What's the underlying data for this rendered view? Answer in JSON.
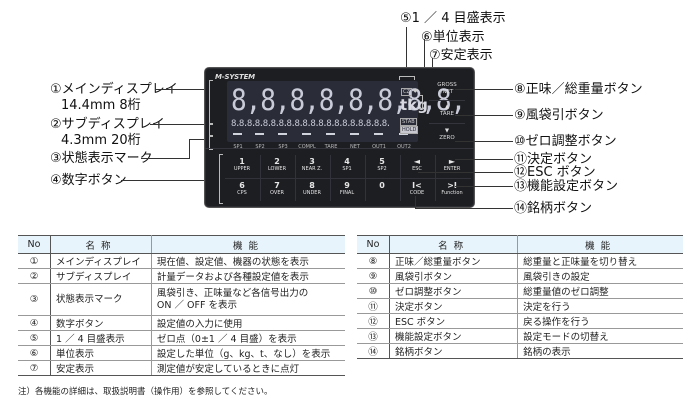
{
  "device": {
    "brand": "M-SYSTEM",
    "main_display": "8,8,8,8,8,8,8,8,",
    "sub_display": "8.8.8.8.8.8.8.8.8.8.8.8.8.8.8.8.8.8.8.8.",
    "indicators": {
      "cz": "CZ",
      "cz_arrow": "◆",
      "unit": "tkg",
      "stab": "STAB",
      "hold": "HOLD"
    },
    "status_marks": [
      "SP1",
      "SP2",
      "SP3",
      "COMPL",
      "TARE",
      "NET",
      "OUT1",
      "OUT2"
    ],
    "right_buttons": [
      {
        "label": "GROSS\n/NET",
        "line1": "GROSS",
        "line2": "/NET"
      },
      {
        "icon": "▲",
        "label": "TARE"
      },
      {
        "icon": "▼",
        "label": "ZERO"
      }
    ],
    "keys_row1": [
      {
        "num": "1",
        "sub": "UPPER"
      },
      {
        "num": "2",
        "sub": "LOWER"
      },
      {
        "num": "3",
        "sub": "NEAR Z."
      },
      {
        "num": "4",
        "sub": "SP1"
      },
      {
        "num": "5",
        "sub": "SP2"
      },
      {
        "num": "◄",
        "sub": "ESC"
      },
      {
        "num": "►",
        "sub": "ENTER"
      }
    ],
    "keys_row2": [
      {
        "num": "6",
        "sub": "CPS"
      },
      {
        "num": "7",
        "sub": "OVER"
      },
      {
        "num": "8",
        "sub": "UNDER"
      },
      {
        "num": "9",
        "sub": "FINAL"
      },
      {
        "num": "0",
        "sub": ""
      },
      {
        "num": "I<",
        "sub": "CODE"
      },
      {
        "num": ">I",
        "sub": "Function"
      }
    ]
  },
  "callouts": {
    "left": [
      {
        "label": "①メインディスプレイ",
        "sub": "14.4mm 8桁"
      },
      {
        "label": "②サブディスプレイ",
        "sub": "4.3mm 20桁"
      },
      {
        "label": "③状態表示マーク"
      },
      {
        "label": "④数字ボタン"
      }
    ],
    "top": [
      {
        "label": "⑤1 ／ 4 目盛表示"
      },
      {
        "label": "⑥単位表示"
      },
      {
        "label": "⑦安定表示"
      }
    ],
    "right": [
      {
        "label": "⑧正味／総重量ボタン"
      },
      {
        "label": "⑨風袋引ボタン"
      },
      {
        "label": "⑩ゼロ調整ボタン"
      },
      {
        "label": "⑪決定ボタン"
      },
      {
        "label": "⑫ESC ボタン"
      },
      {
        "label": "⑬機能設定ボタン"
      },
      {
        "label": "⑭銘柄ボタン"
      }
    ]
  },
  "table_headers": {
    "no": "No",
    "name": "名称",
    "function": "機能"
  },
  "table_left": [
    {
      "no": "①",
      "name": "メインディスプレイ",
      "function": "現在値、設定値、機器の状態を表示"
    },
    {
      "no": "②",
      "name": "サブディスプレイ",
      "function": "計量データおよび各種設定値を表示"
    },
    {
      "no": "③",
      "name": "状態表示マーク",
      "function": "風袋引き、正味量など各信号出力の",
      "function2": "ON ／ OFF を表示"
    },
    {
      "no": "④",
      "name": "数字ボタン",
      "function": "設定値の入力に使用"
    },
    {
      "no": "⑤",
      "name": "1 ／ 4 目盛表示",
      "function": "ゼロ点（0±1 ／ 4 目盛）を表示"
    },
    {
      "no": "⑥",
      "name": "単位表示",
      "function": "設定した単位（g、kg、t、なし）を表示"
    },
    {
      "no": "⑦",
      "name": "安定表示",
      "function": "測定値が安定しているときに点灯"
    }
  ],
  "table_right": [
    {
      "no": "⑧",
      "name": "正味／総重量ボタン",
      "function": "総重量と正味量を切り替え"
    },
    {
      "no": "⑨",
      "name": "風袋引ボタン",
      "function": "風袋引きの設定"
    },
    {
      "no": "⑩",
      "name": "ゼロ調整ボタン",
      "function": "総重量値のゼロ調整"
    },
    {
      "no": "⑪",
      "name": "決定ボタン",
      "function": "決定を行う"
    },
    {
      "no": "⑫",
      "name": "ESC ボタン",
      "function": "戻る操作を行う"
    },
    {
      "no": "⑬",
      "name": "機能設定ボタン",
      "function": "設定モードの切替え"
    },
    {
      "no": "⑭",
      "name": "銘柄ボタン",
      "function": "銘柄の表示"
    }
  ],
  "note": "注）各機能の詳細は、取扱説明書（操作用）を参照してください。"
}
